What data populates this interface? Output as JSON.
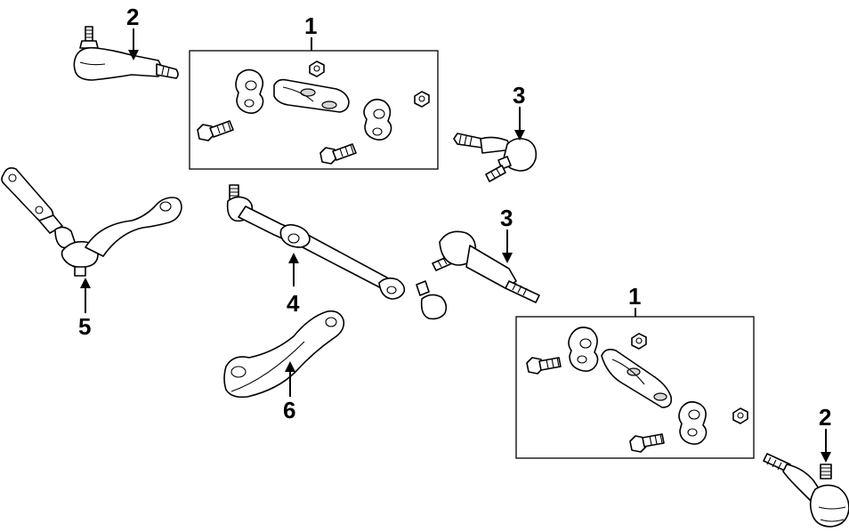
{
  "callouts": {
    "c1_top": "1",
    "c2_top": "2",
    "c3_top": "3",
    "c3_mid": "3",
    "c4": "4",
    "c5": "5",
    "c6": "6",
    "c1_bottom": "1",
    "c2_bottom": "2"
  }
}
